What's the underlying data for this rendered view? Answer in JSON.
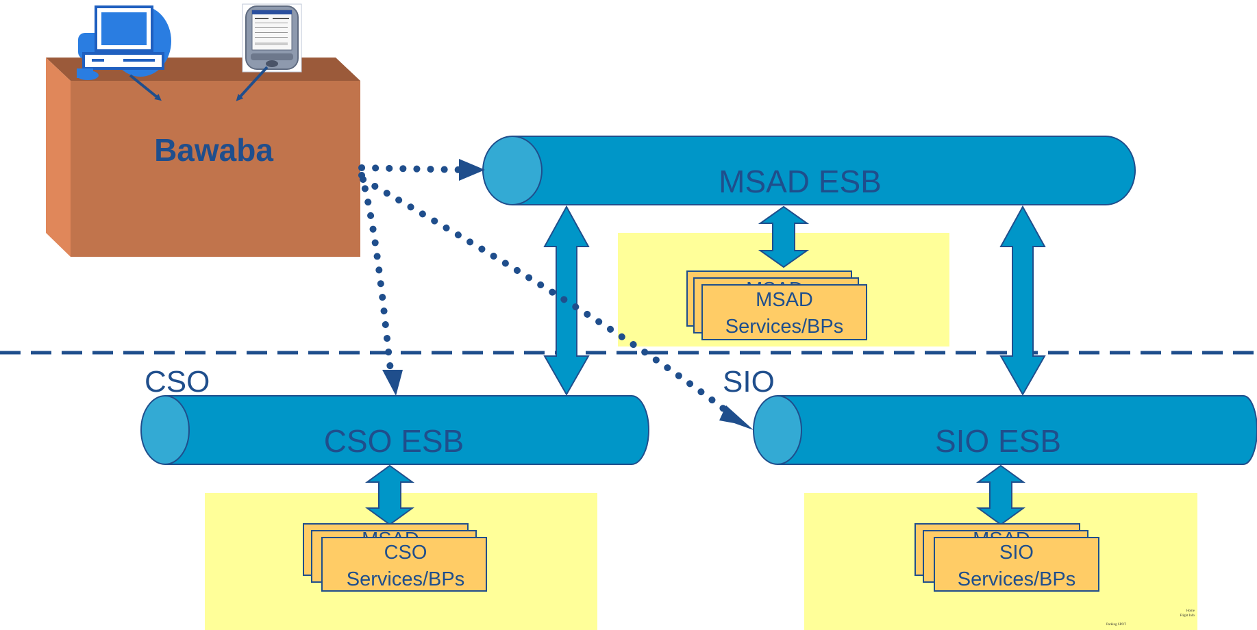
{
  "diagram": {
    "bawaba": {
      "label": "Bawaba"
    },
    "buses": {
      "msad": {
        "label": "MSAD ESB"
      },
      "cso": {
        "label": "CSO ESB"
      },
      "sio": {
        "label": "SIO ESB"
      }
    },
    "zones": {
      "cso": {
        "label": "CSO"
      },
      "sio": {
        "label": "SIO"
      }
    },
    "services": {
      "msad": {
        "back_label": "MSAD",
        "line1": "MSAD",
        "line2": "Services/BPs"
      },
      "cso": {
        "back_label": "MSAD",
        "line1": "CSO",
        "line2": "Services/BPs"
      },
      "sio": {
        "back_label": "MSAD",
        "line1": "SIO",
        "line2": "Services/BPs"
      }
    },
    "small_notes": {
      "home": "Home",
      "flight_info": "Flight Info",
      "parking_spot": "Parking SPOT"
    },
    "colors": {
      "bus_fill": "#0096c8",
      "bus_cap": "#33aad4",
      "arrow_fill": "#0096c8",
      "dotted_connector": "#1f4e8c",
      "zone_fill": "#ffff99",
      "service_box_fill": "#ffcc66",
      "block_front": "#c1744c",
      "block_top": "#9b5a3a",
      "block_side": "#e0875a",
      "label_text": "#1f4e8c",
      "divider": "#1f4e8c"
    },
    "icons": [
      "desktop-computer-icon",
      "pda-device-icon"
    ]
  }
}
